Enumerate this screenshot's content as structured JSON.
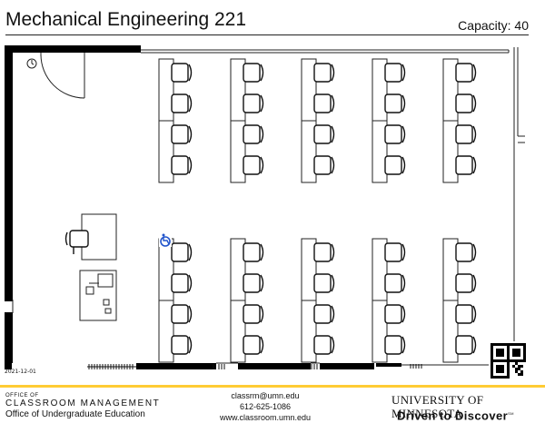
{
  "header": {
    "title": "Mechanical Engineering 221",
    "capacity": "Capacity: 40"
  },
  "plan": {
    "date": "2021-12-01",
    "rows_per_group": 2,
    "chairs_per_row": 4,
    "column_count": 5
  },
  "footer": {
    "office_small": "OFFICE OF",
    "office_big": "CLASSROOM MANAGEMENT",
    "office_sub": "Office of Undergraduate Education",
    "email": "classrm@umn.edu",
    "phone": "612-625-1086",
    "website": "www.classroom.umn.edu",
    "university": "UNIVERSITY OF MINNESOTA",
    "slogan": "Driven to Discover",
    "slogan_mark": "SM"
  },
  "colors": {
    "accent_gold": "#ffcc33",
    "accessibility_blue": "#2255cc",
    "ink": "#111111"
  },
  "icons": {
    "accessibility": "wheelchair-icon",
    "qr": "qr-code-icon",
    "clock": "clock-icon"
  }
}
